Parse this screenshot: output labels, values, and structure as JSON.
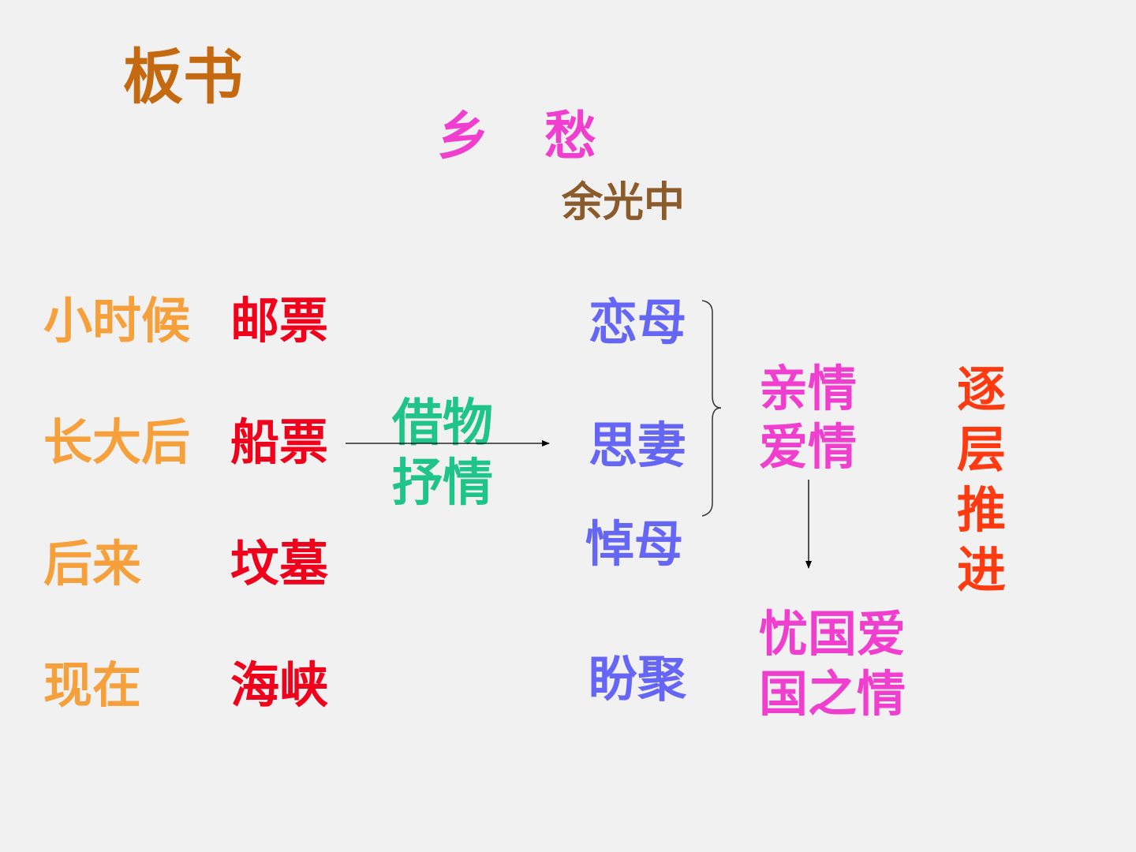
{
  "slide": {
    "title": "板书",
    "poem_title_1": "乡",
    "poem_title_2": "愁",
    "author": "余光中"
  },
  "stages": [
    {
      "time": "小时候",
      "image": "邮票"
    },
    {
      "time": "长大后",
      "image": "船票"
    },
    {
      "time": "后来",
      "image": "坟墓"
    },
    {
      "time": "现在",
      "image": "海峡"
    }
  ],
  "method": {
    "line1": "借物",
    "line2": "抒情"
  },
  "emotions": [
    "恋母",
    "思妻",
    "悼母",
    "盼聚"
  ],
  "feelings": {
    "group1_line1": "亲情",
    "group1_line2": "爱情",
    "group2_line1": "忧国爱",
    "group2_line2": "国之情"
  },
  "progression": "逐层推进",
  "colors": {
    "title": "#c4690f",
    "poem_title": "#f03fcf",
    "author": "#8b5b2b",
    "time": "#f6a03c",
    "image": "#f0001a",
    "method": "#1ec48a",
    "emotion": "#6666f6",
    "feeling": "#f03fcf",
    "progression": "#ff3a10"
  }
}
